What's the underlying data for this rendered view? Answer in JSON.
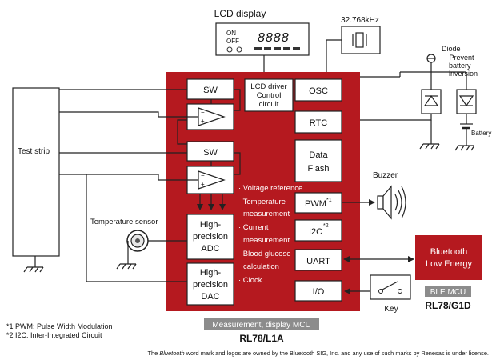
{
  "lcd": {
    "title": "LCD display",
    "on": "ON",
    "off": "OFF",
    "digits": "8888"
  },
  "crystal": {
    "freq": "32.768kHz"
  },
  "diode": {
    "label": "Diode",
    "note1": "· Prevent",
    "note2": "battery",
    "note3": "inversion"
  },
  "battery": {
    "label": "Battery"
  },
  "mcu": {
    "sw1": "SW",
    "sw2": "SW",
    "lcd_driver1": "LCD driver",
    "lcd_driver2": "Control",
    "lcd_driver3": "circuit",
    "osc": "OSC",
    "rtc": "RTC",
    "flash1": "Data",
    "flash2": "Flash",
    "adc1": "High-",
    "adc2": "precision",
    "adc3": "ADC",
    "dac1": "High-",
    "dac2": "precision",
    "dac3": "DAC",
    "pwm": "PWM",
    "pwm_sup": "*1",
    "i2c": "I2C",
    "i2c_sup": "*2",
    "uart": "UART",
    "io": "I/O",
    "features": [
      "· Voltage reference",
      "· Temperature",
      "measurement",
      "· Current",
      "measurement",
      "· Blood glucose",
      "calculation",
      "· Clock"
    ],
    "name_label": "Measurement, display MCU",
    "part": "RL78/L1A"
  },
  "test_strip": "Test strip",
  "temp_sensor": "Temperature sensor",
  "buzzer": "Buzzer",
  "key": "Key",
  "ble": {
    "line1": "Bluetooth",
    "line2": "Low Energy",
    "label": "BLE MCU",
    "part": "RL78/G1D"
  },
  "footnotes": {
    "n1": "*1 PWM: Pulse Width Modulation",
    "n2": "*2 I2C: Inter-Integrated Circuit",
    "legal_italic": "Bluetooth",
    "legal_pre": "The ",
    "legal_post": " word mark and logos are owned by the Bluetooth SIG, Inc. and any use of such marks by Renesas is under license."
  },
  "colors": {
    "mcu_red": "#b5191f",
    "label_gray": "#8c8c8c"
  }
}
